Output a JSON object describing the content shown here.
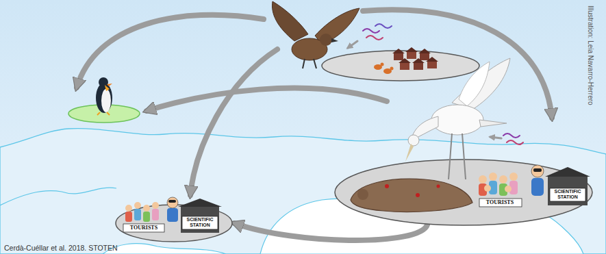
{
  "diagram": {
    "nodes": [
      {
        "text": [
          "TOURISTS",
          "SCIENTIFIC STATION"
        ]
      },
      {
        "text": [
          "TOURISTS",
          "SCIENTIFIC STATION"
        ]
      }
    ],
    "edges": [
      {
        "from": 0,
        "to": 1,
        "arrow": "to"
      }
    ],
    "labels": [
      "Illustration: Leia Navarro-Herrero",
      "Cerdà-Cuéllar et al. 2018. STOTEN"
    ]
  }
}
